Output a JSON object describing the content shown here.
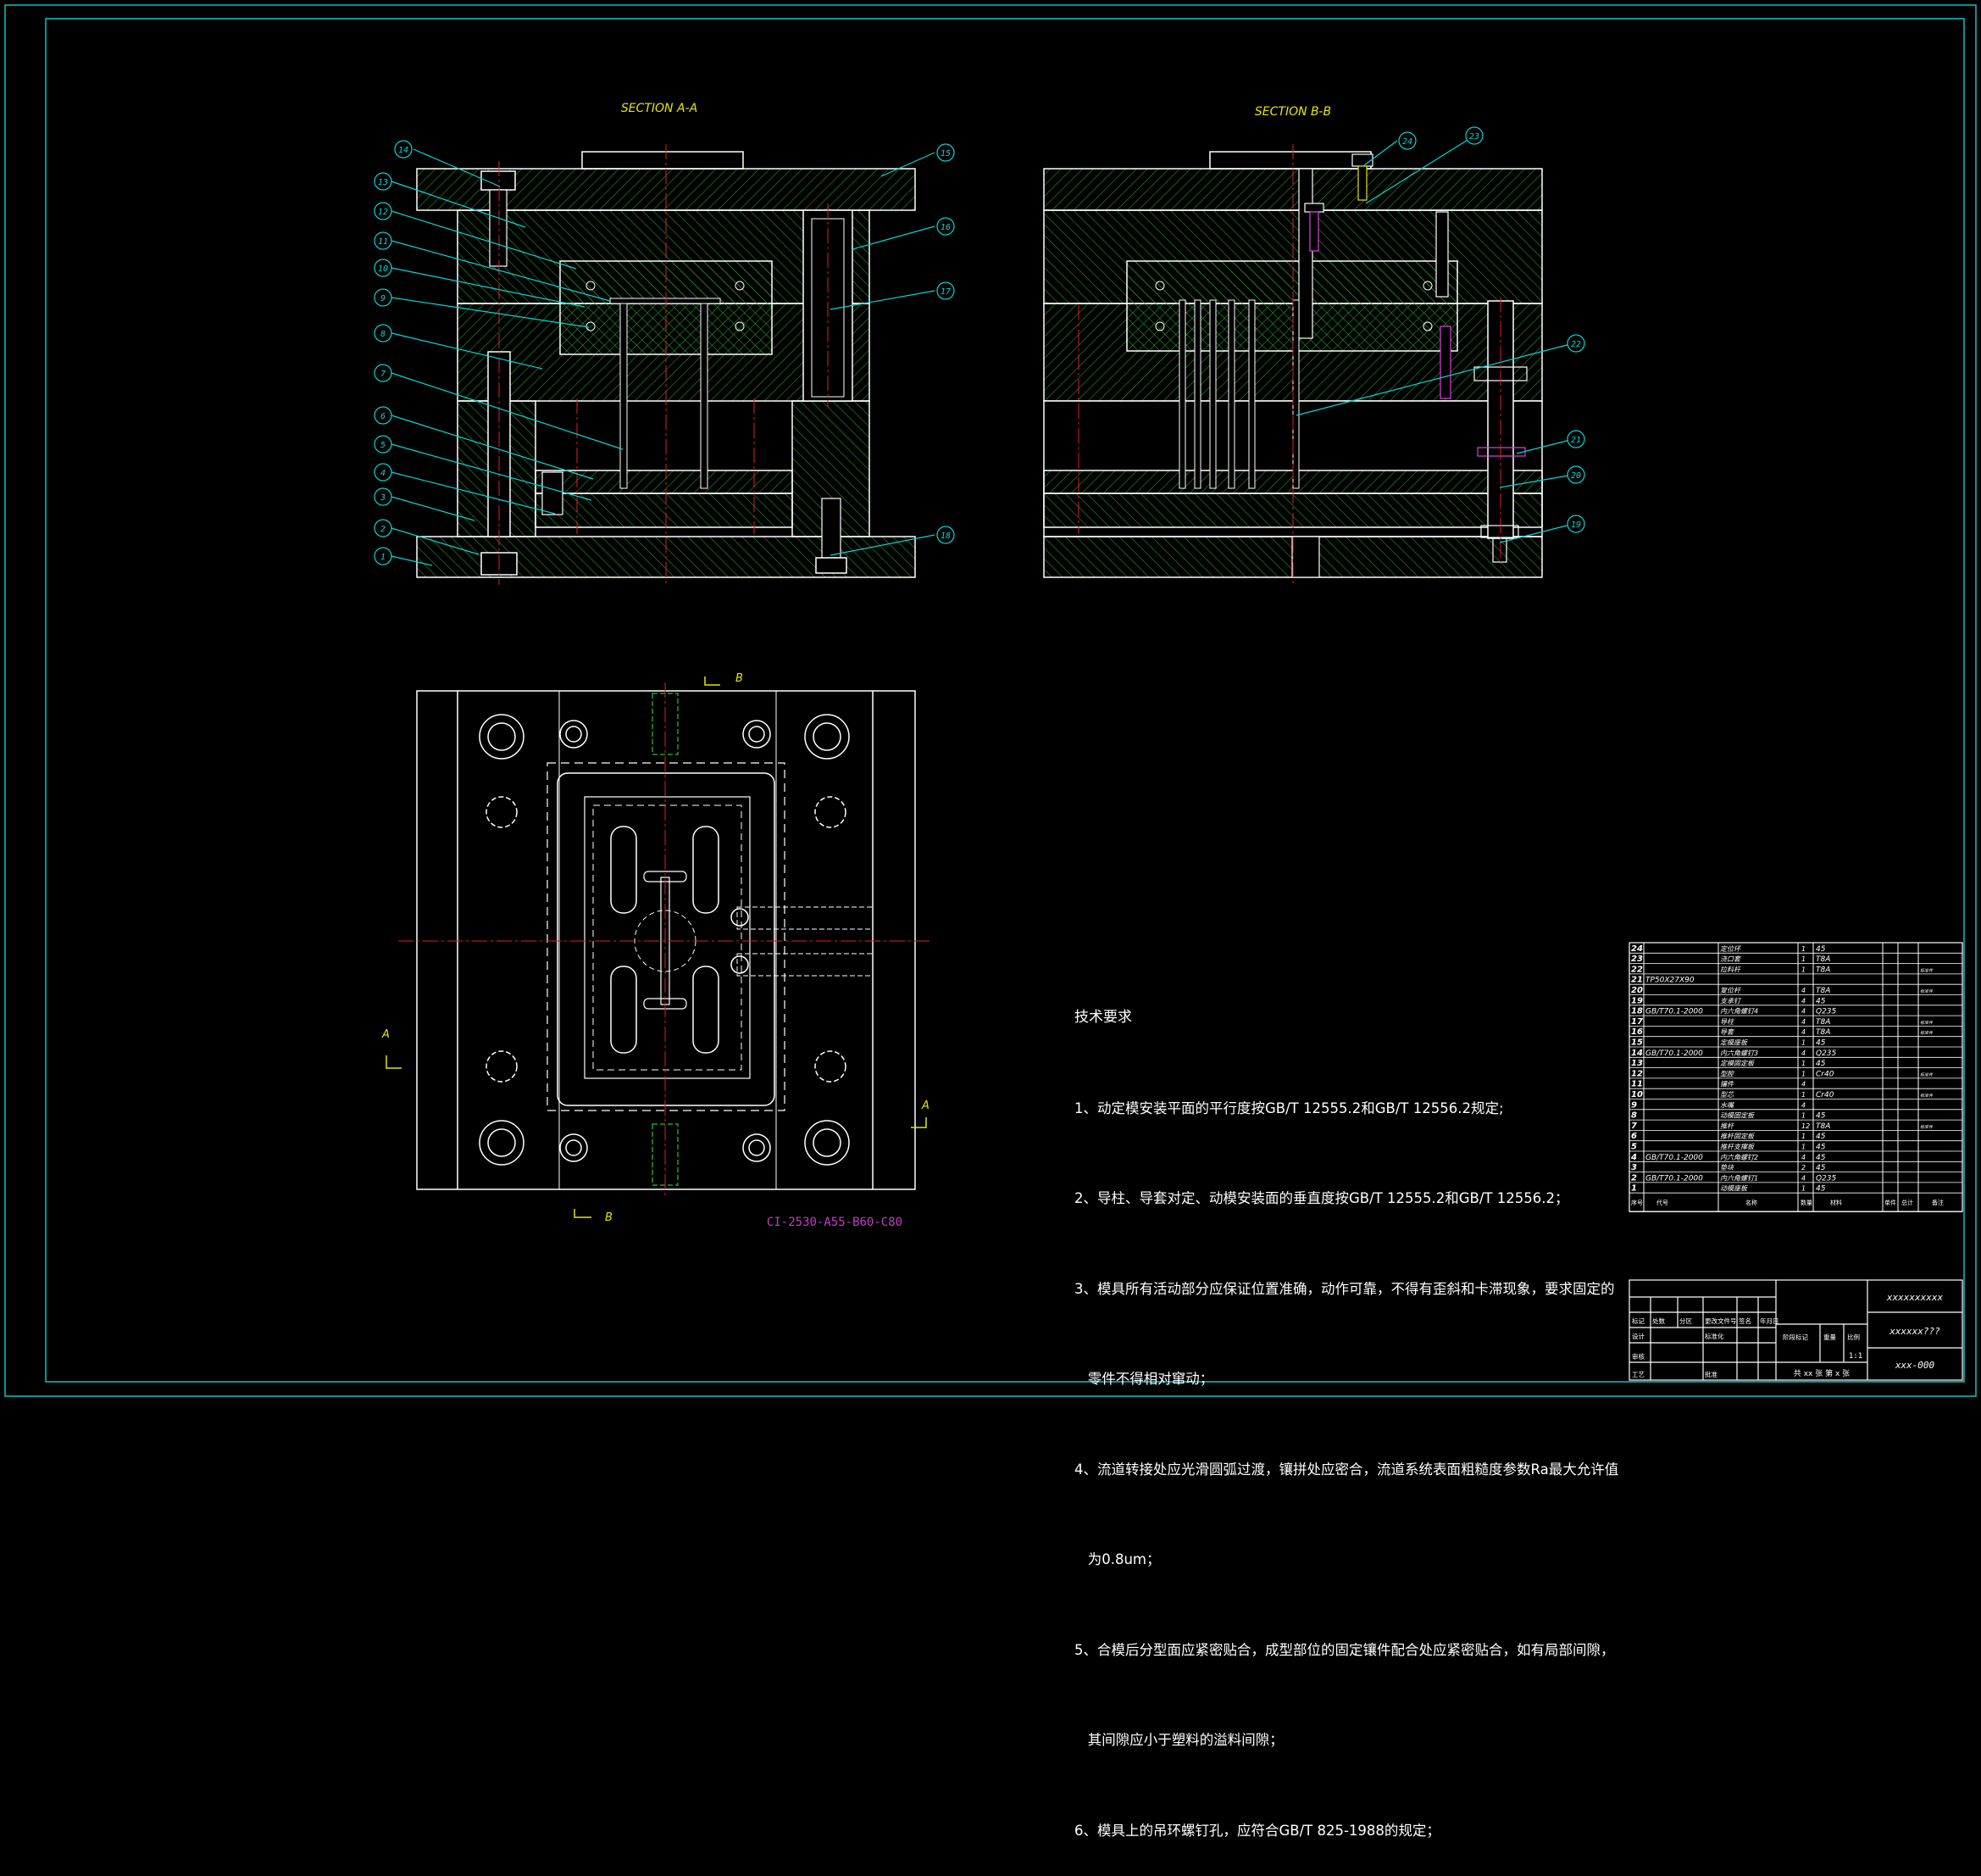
{
  "colors": {
    "background": "#000000",
    "border": "#00c8c8",
    "outline": "#ffffff",
    "hatch": "#1f9f1f",
    "centerline": "#e02020",
    "leader": "#00d8d8",
    "title_text": "#e6e600",
    "part_code": "#c040c0"
  },
  "views": {
    "section_a": {
      "title": "SECTION A-A"
    },
    "section_b": {
      "title": "SECTION B-B"
    },
    "plan": {
      "cut_marks": [
        "B",
        "B",
        "A",
        "A"
      ],
      "part_code": "CI-2530-A55-B60-C80"
    }
  },
  "balloons_a": [
    "14",
    "13",
    "12",
    "11",
    "10",
    "9",
    "8",
    "7",
    "6",
    "5",
    "4",
    "3",
    "2",
    "1",
    "15",
    "16",
    "17",
    "18"
  ],
  "balloons_b": [
    "24",
    "23",
    "22",
    "21",
    "20",
    "19"
  ],
  "notes": {
    "title": "技术要求",
    "lines": [
      "1、动定模安装平面的平行度按GB/T 12555.2和GB/T 12556.2规定;",
      "2、导柱、导套对定、动模安装面的垂直度按GB/T 12555.2和GB/T 12556.2；",
      "3、模具所有活动部分应保证位置准确，动作可靠，不得有歪斜和卡滞现象，要求固定的",
      "   零件不得相对窜动；",
      "4、流道转接处应光滑圆弧过渡，镶拼处应密合，流道系统表面粗糙度参数Ra最大允许值",
      "   为0.8um；",
      "5、合模后分型面应紧密贴合，成型部位的固定镶件配合处应紧密贴合，如有局部间隙，",
      "   其间隙应小于塑料的溢料间隙；",
      "6、模具上的吊环螺钉孔，应符合GB/T 825-1988的规定；"
    ]
  },
  "bom": [
    {
      "no": "24",
      "code": "",
      "name": "定位环",
      "qty": "1",
      "mat": "45",
      "note": ""
    },
    {
      "no": "23",
      "code": "",
      "name": "浇口套",
      "qty": "1",
      "mat": "T8A",
      "note": ""
    },
    {
      "no": "22",
      "code": "",
      "name": "拉料杆",
      "qty": "1",
      "mat": "T8A",
      "note": "标准件"
    },
    {
      "no": "21",
      "code": "TP50X27X90",
      "name": "",
      "qty": "",
      "mat": "",
      "note": ""
    },
    {
      "no": "20",
      "code": "",
      "name": "复位杆",
      "qty": "4",
      "mat": "T8A",
      "note": "标准件"
    },
    {
      "no": "19",
      "code": "",
      "name": "支承钉",
      "qty": "4",
      "mat": "45",
      "note": ""
    },
    {
      "no": "18",
      "code": "GB/T70.1-2000",
      "name": "内六角螺钉4",
      "qty": "4",
      "mat": "Q235",
      "note": ""
    },
    {
      "no": "17",
      "code": "",
      "name": "导柱",
      "qty": "4",
      "mat": "T8A",
      "note": "标准件"
    },
    {
      "no": "16",
      "code": "",
      "name": "导套",
      "qty": "4",
      "mat": "T8A",
      "note": "标准件"
    },
    {
      "no": "15",
      "code": "",
      "name": "定模座板",
      "qty": "1",
      "mat": "45",
      "note": ""
    },
    {
      "no": "14",
      "code": "GB/T70.1-2000",
      "name": "内六角螺钉3",
      "qty": "4",
      "mat": "Q235",
      "note": ""
    },
    {
      "no": "13",
      "code": "",
      "name": "定模固定板",
      "qty": "1",
      "mat": "45",
      "note": ""
    },
    {
      "no": "12",
      "code": "",
      "name": "型腔",
      "qty": "1",
      "mat": "Cr40",
      "note": "标准件"
    },
    {
      "no": "11",
      "code": "",
      "name": "镶件",
      "qty": "4",
      "mat": "",
      "note": ""
    },
    {
      "no": "10",
      "code": "",
      "name": "型芯",
      "qty": "1",
      "mat": "Cr40",
      "note": "标准件"
    },
    {
      "no": "9",
      "code": "",
      "name": "水嘴",
      "qty": "4",
      "mat": "",
      "note": ""
    },
    {
      "no": "8",
      "code": "",
      "name": "动模固定板",
      "qty": "1",
      "mat": "45",
      "note": ""
    },
    {
      "no": "7",
      "code": "",
      "name": "推杆",
      "qty": "12",
      "mat": "T8A",
      "note": "标准件"
    },
    {
      "no": "6",
      "code": "",
      "name": "推杆固定板",
      "qty": "1",
      "mat": "45",
      "note": ""
    },
    {
      "no": "5",
      "code": "",
      "name": "推杆支撑板",
      "qty": "1",
      "mat": "45",
      "note": ""
    },
    {
      "no": "4",
      "code": "GB/T70.1-2000",
      "name": "内六角螺钉2",
      "qty": "4",
      "mat": "45",
      "note": ""
    },
    {
      "no": "3",
      "code": "",
      "name": "垫块",
      "qty": "2",
      "mat": "45",
      "note": ""
    },
    {
      "no": "2",
      "code": "GB/T70.1-2000",
      "name": "内六角螺钉1",
      "qty": "4",
      "mat": "Q235",
      "note": ""
    },
    {
      "no": "1",
      "code": "",
      "name": "动模座板",
      "qty": "1",
      "mat": "45",
      "note": ""
    }
  ],
  "bom_header": [
    "序号",
    "代号",
    "名称",
    "数量",
    "材料",
    "单件",
    "总计",
    "备注"
  ],
  "title_block": {
    "drawing_name": "xxxxxxxxxx",
    "company": "xxxxxx???",
    "drawing_no": "xxx-000",
    "scale": "1:1",
    "sheets": "共 xx 张  第 x 张",
    "labels": [
      "标记",
      "处数",
      "分区",
      "更改文件号",
      "签名",
      "年月日",
      "设计",
      "标准化",
      "阶段标记",
      "重量",
      "比例",
      "审核",
      "工艺",
      "批准"
    ]
  }
}
